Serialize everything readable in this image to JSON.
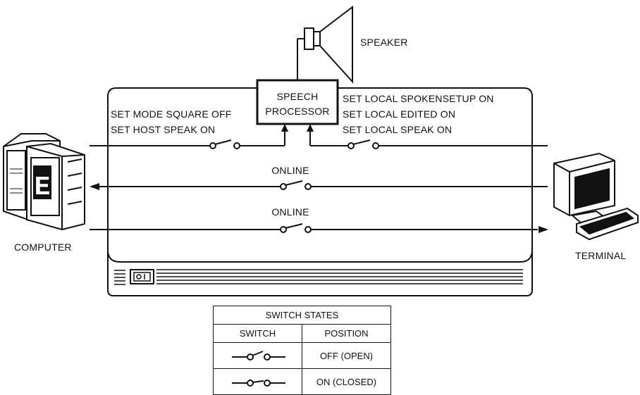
{
  "labels": {
    "speaker": "SPEAKER",
    "speech_processor_line1": "SPEECH",
    "speech_processor_line2": "PROCESSOR",
    "host_setting_1": "SET MODE SQUARE OFF",
    "host_setting_2": "SET HOST SPEAK ON",
    "local_setting_1": "SET LOCAL SPOKENSETUP ON",
    "local_setting_2": "SET LOCAL EDITED ON",
    "local_setting_3": "SET LOCAL SPEAK ON",
    "online_upper": "ONLINE",
    "online_lower": "ONLINE",
    "computer": "COMPUTER",
    "terminal": "TERMINAL",
    "computer_screen_glyph": "E"
  },
  "switch_states": {
    "title": "SWITCH STATES",
    "col_switch": "SWITCH",
    "col_position": "POSITION",
    "rows": [
      {
        "symbol": "open-switch-icon",
        "position": "OFF (OPEN)"
      },
      {
        "symbol": "closed-switch-icon",
        "position": "ON (CLOSED)"
      }
    ]
  }
}
